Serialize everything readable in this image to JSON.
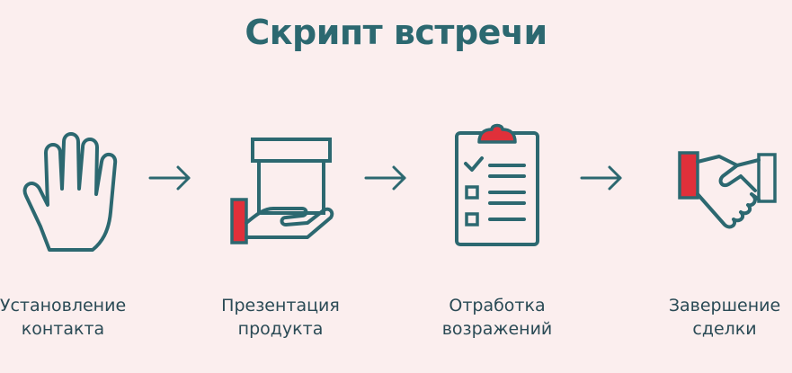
{
  "title": "Скрипт встречи",
  "colors": {
    "background": "#fbeeee",
    "primary": "#2c6870",
    "accent": "#e0303a",
    "text": "#2a4a55"
  },
  "steps": [
    {
      "icon": "hand-icon",
      "label_line1": "Установление",
      "label_line2": "контакта"
    },
    {
      "icon": "box-on-hand-icon",
      "label_line1": "Презентация",
      "label_line2": "продукта"
    },
    {
      "icon": "clipboard-checklist-icon",
      "label_line1": "Отработка",
      "label_line2": "возражений"
    },
    {
      "icon": "handshake-icon",
      "label_line1": "Завершение",
      "label_line2": "сделки"
    }
  ]
}
